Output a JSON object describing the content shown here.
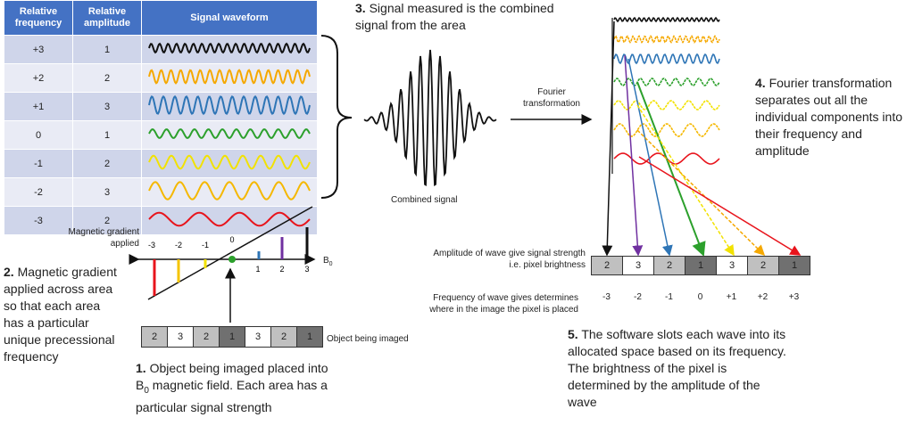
{
  "table": {
    "headers": [
      "Relative frequency",
      "Relative amplitude",
      "Signal waveform"
    ],
    "rows": [
      {
        "freq": "+3",
        "amp": "1",
        "color": "#111111"
      },
      {
        "freq": "+2",
        "amp": "2",
        "color": "#f5a800"
      },
      {
        "freq": "+1",
        "amp": "3",
        "color": "#2e75b6"
      },
      {
        "freq": "0",
        "amp": "1",
        "color": "#2ca02c"
      },
      {
        "freq": "-1",
        "amp": "2",
        "color": "#f2e200"
      },
      {
        "freq": "-2",
        "amp": "3",
        "color": "#f5b800"
      },
      {
        "freq": "-3",
        "amp": "2",
        "color": "#e8141c"
      }
    ]
  },
  "step3": {
    "num": "3.",
    "text": "Signal measured is the combined signal from the area"
  },
  "combined_label": "Combined signal",
  "fourier_label": "Fourier transformation",
  "step4": {
    "num": "4.",
    "text": "Fourier transformation separates out all the individual components into their frequency and amplitude"
  },
  "gradient": {
    "label": "Magnetic gradient applied",
    "ticks_left": [
      "-3",
      "-2",
      "-1"
    ],
    "tick_zero": "0",
    "ticks_right": [
      "1",
      "2",
      "3"
    ],
    "axis_label": "B0"
  },
  "step2": {
    "num": "2.",
    "text": "Magnetic gradient applied across area so that each area has a particular unique precessional frequency"
  },
  "object_boxes": [
    "2",
    "3",
    "2",
    "1",
    "3",
    "2",
    "1"
  ],
  "object_label": "Object being imaged",
  "step1": {
    "num": "1.",
    "text1": "Object being imaged placed into B",
    "sub": "0",
    "text2": " magnetic field. Each area has a particular signal strength"
  },
  "amplitude_label": "Amplitude of wave give signal strength i.e. pixel brightness",
  "pixel_boxes": [
    "2",
    "3",
    "2",
    "1",
    "3",
    "2",
    "1"
  ],
  "frequency_label": "Frequency of wave gives determines where in the image the pixel is placed",
  "freq_ticks": [
    "-3",
    "-2",
    "-1",
    "0",
    "+1",
    "+2",
    "+3"
  ],
  "step5": {
    "num": "5.",
    "text": "The software slots each wave into its allocated space based on its frequency. The brightness of the pixel is determined by the amplitude of the wave"
  },
  "box_colors": {
    "1": "#707070",
    "2": "#c0c0c0",
    "3": "#ffffff"
  }
}
